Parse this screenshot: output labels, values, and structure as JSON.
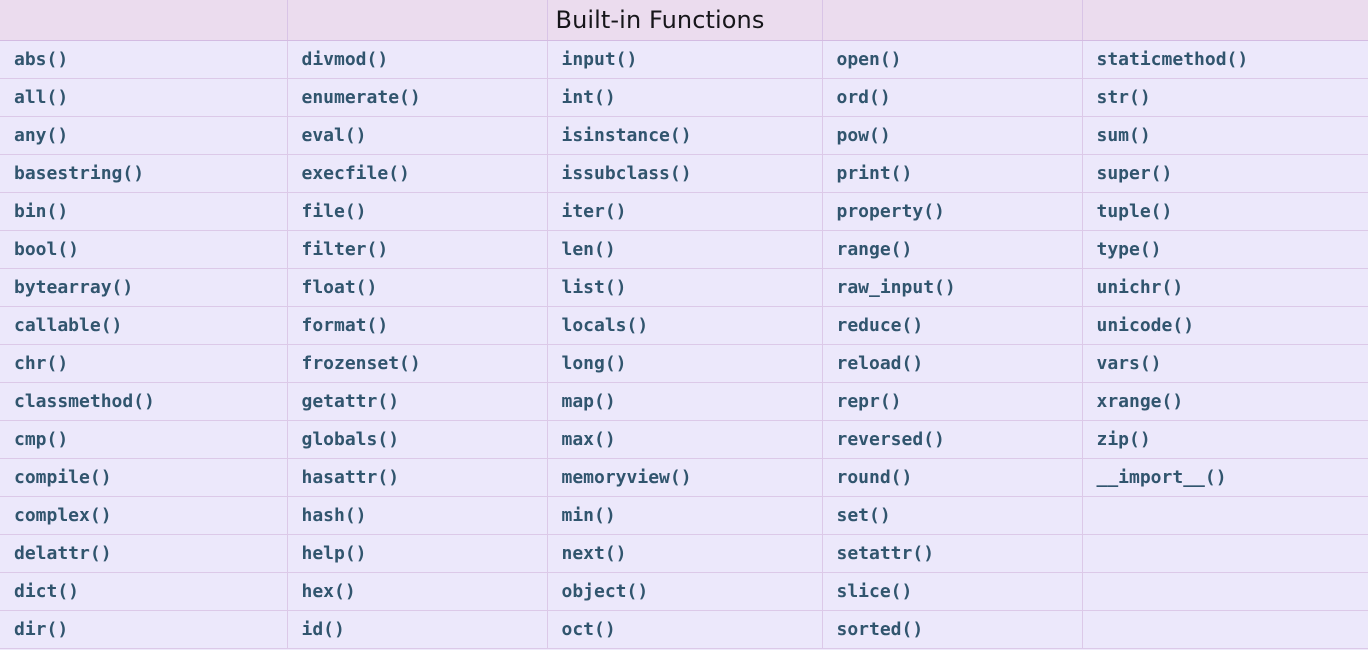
{
  "header": {
    "title": "Built-in Functions",
    "title_column_index": 2,
    "columns": [
      "",
      "",
      "Built-in Functions",
      "",
      ""
    ]
  },
  "colors": {
    "header_background": "#ebdcee",
    "cell_background": "#ece8fb",
    "grid_line": "#dcc9e8",
    "function_text": "#31556e",
    "title_text": "#16161a"
  },
  "table": {
    "column_count": 5,
    "row_count": 16,
    "rows": [
      [
        "abs()",
        "divmod()",
        "input()",
        "open()",
        "staticmethod()"
      ],
      [
        "all()",
        "enumerate()",
        "int()",
        "ord()",
        "str()"
      ],
      [
        "any()",
        "eval()",
        "isinstance()",
        "pow()",
        "sum()"
      ],
      [
        "basestring()",
        "execfile()",
        "issubclass()",
        "print()",
        "super()"
      ],
      [
        "bin()",
        "file()",
        "iter()",
        "property()",
        "tuple()"
      ],
      [
        "bool()",
        "filter()",
        "len()",
        "range()",
        "type()"
      ],
      [
        "bytearray()",
        "float()",
        "list()",
        "raw_input()",
        "unichr()"
      ],
      [
        "callable()",
        "format()",
        "locals()",
        "reduce()",
        "unicode()"
      ],
      [
        "chr()",
        "frozenset()",
        "long()",
        "reload()",
        "vars()"
      ],
      [
        "classmethod()",
        "getattr()",
        "map()",
        "repr()",
        "xrange()"
      ],
      [
        "cmp()",
        "globals()",
        "max()",
        "reversed()",
        "zip()"
      ],
      [
        "compile()",
        "hasattr()",
        "memoryview()",
        "round()",
        "__import__()"
      ],
      [
        "complex()",
        "hash()",
        "min()",
        "set()",
        ""
      ],
      [
        "delattr()",
        "help()",
        "next()",
        "setattr()",
        ""
      ],
      [
        "dict()",
        "hex()",
        "object()",
        "slice()",
        ""
      ],
      [
        "dir()",
        "id()",
        "oct()",
        "sorted()",
        ""
      ]
    ]
  }
}
